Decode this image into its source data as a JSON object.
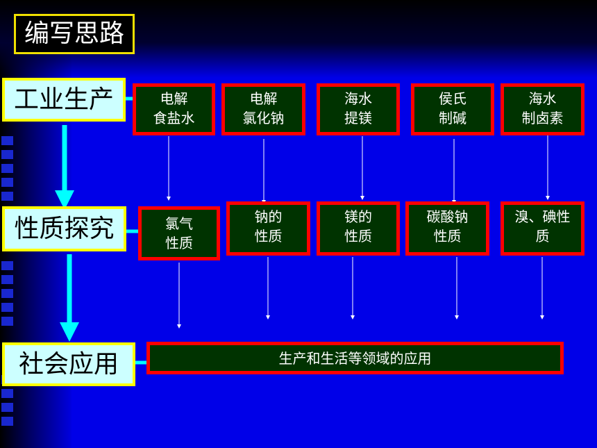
{
  "title": "编写思路",
  "rows": {
    "production": "工业生产",
    "properties": "性质探究",
    "application": "社会应用"
  },
  "production_items": [
    {
      "line1": "电解",
      "line2": "食盐水"
    },
    {
      "line1": "电解",
      "line2": "氯化钠"
    },
    {
      "line1": "海水",
      "line2": "提镁"
    },
    {
      "line1": "侯氏",
      "line2": "制碱"
    },
    {
      "line1": "海水",
      "line2": "制卤素"
    }
  ],
  "property_items": [
    {
      "line1": "氯气",
      "line2": "性质"
    },
    {
      "line1": "钠的",
      "line2": "性质"
    },
    {
      "line1": "镁的",
      "line2": "性质"
    },
    {
      "line1": "碳酸钠",
      "line2": "性质"
    },
    {
      "line1": "溴、碘性",
      "line2": "质"
    }
  ],
  "application_bar": "生产和生活等领域的应用",
  "colors": {
    "background": "#0000e8",
    "box_fill": "#003300",
    "box_border": "#ff0000",
    "label_fill": "#ccffff",
    "label_border": "#ffff00",
    "connector": "#00ffff"
  }
}
